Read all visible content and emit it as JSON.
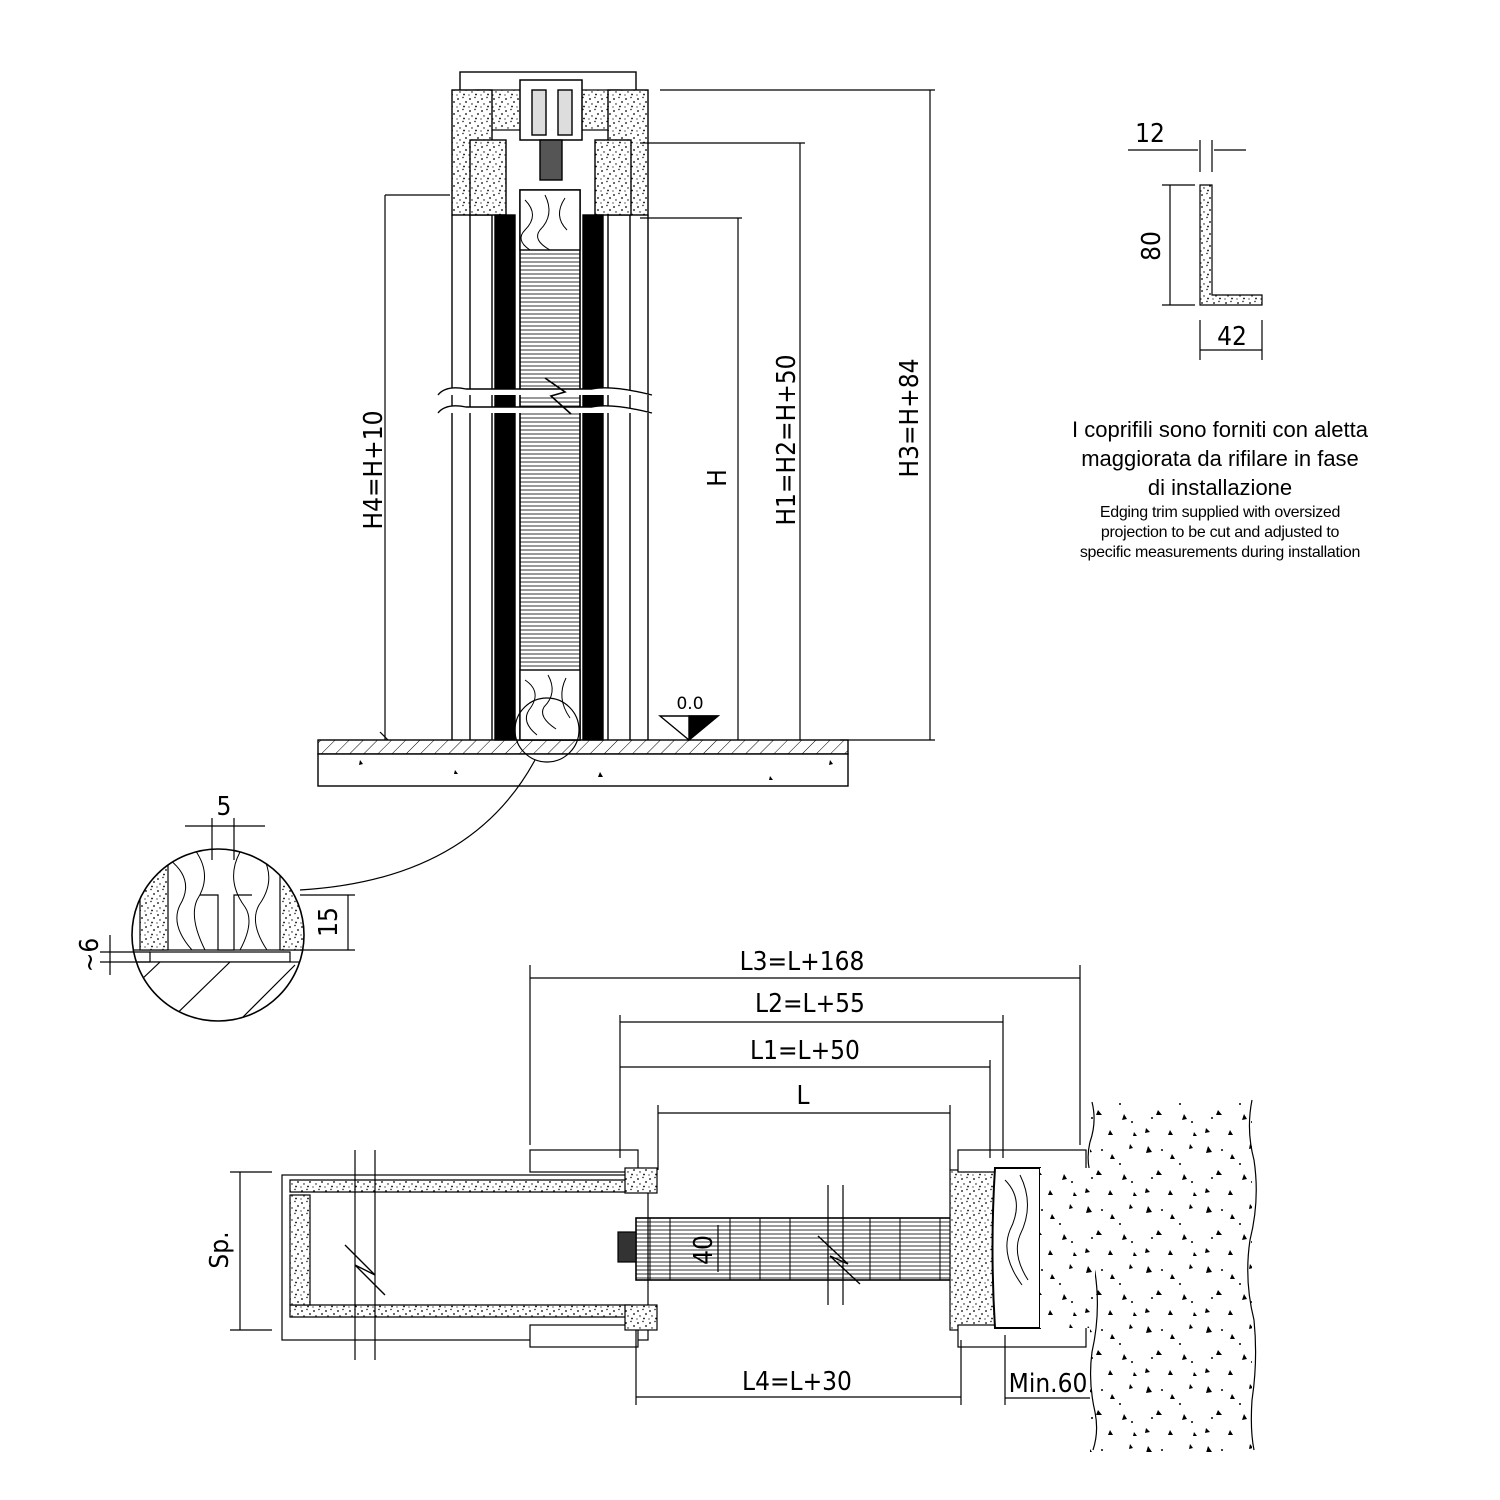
{
  "elevation": {
    "labels": {
      "h4": "H4=H+10",
      "h": "H",
      "h1h2": "H1=H2=H+50",
      "h3": "H3=H+84",
      "level": "0.0"
    }
  },
  "profile": {
    "width_top": "12",
    "height": "80",
    "width_base": "42"
  },
  "detail": {
    "groove_width": "5",
    "groove_depth": "15",
    "clearance": "~6"
  },
  "plan": {
    "labels": {
      "l3": "L3=L+168",
      "l2": "L2=L+55",
      "l1": "L1=L+50",
      "l": "L",
      "l4": "L4=L+30",
      "thickness": "Sp.",
      "door_thickness": "40",
      "min_wall": "Min.60"
    }
  },
  "note": {
    "italian": [
      "I coprifili sono forniti con aletta",
      "maggiorata da rifilare in fase",
      "di installazione"
    ],
    "english": [
      "Edging trim supplied with oversized",
      "projection to be cut and adjusted to",
      "specific measurements during installation"
    ]
  }
}
